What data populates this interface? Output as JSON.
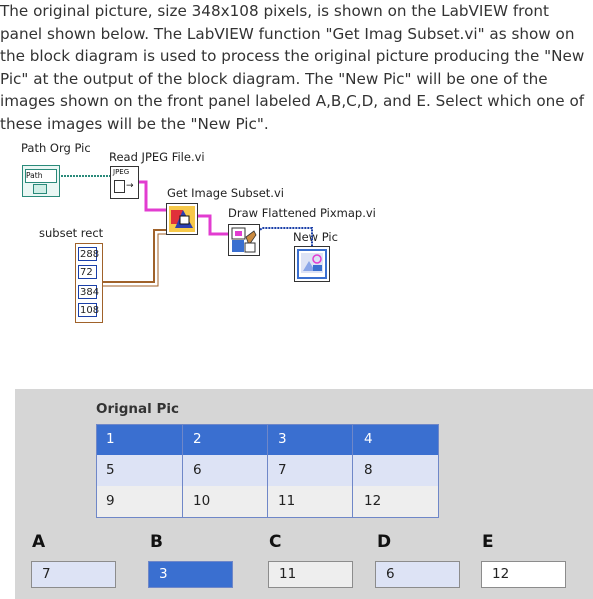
{
  "question": "The original picture, size 348x108 pixels, is shown on the LabVIEW front panel shown below. The LabVIEW function \"Get Imag Subset.vi\" as show on the block diagram is used to process the original picture producing the \"New Pic\" at the output of the block diagram. The \"New Pic\" will be one of the images shown on the front panel labeled A,B,C,D, and E.  Select which one of these images will be the \"New Pic\".",
  "diagram": {
    "path_org_pic_label": "Path Org Pic",
    "path_text": "Path",
    "read_jpeg_label": "Read JPEG File.vi",
    "jpeg_text": "JPEG",
    "get_image_subset_label": "Get Image Subset.vi",
    "draw_flattened_label": "Draw Flattened Pixmap.vi",
    "new_pic_label": "New Pic",
    "subset_rect_label": "subset rect",
    "subset_rect_values": [
      "288",
      "72",
      "384",
      "108"
    ]
  },
  "front_panel": {
    "orig_title": "Orignal Pic",
    "grid_rows": [
      [
        "1",
        "2",
        "3",
        "4"
      ],
      [
        "5",
        "6",
        "7",
        "8"
      ],
      [
        "9",
        "10",
        "11",
        "12"
      ]
    ],
    "options": [
      {
        "label": "A",
        "value": "7"
      },
      {
        "label": "B",
        "value": "3"
      },
      {
        "label": "C",
        "value": "11"
      },
      {
        "label": "D",
        "value": "6"
      },
      {
        "label": "E",
        "value": "12"
      }
    ],
    "colors": {
      "highlight_blue": "#3a6fd0",
      "light_blue": "#dde3f5",
      "panel_gray": "#d6d6d6"
    }
  }
}
